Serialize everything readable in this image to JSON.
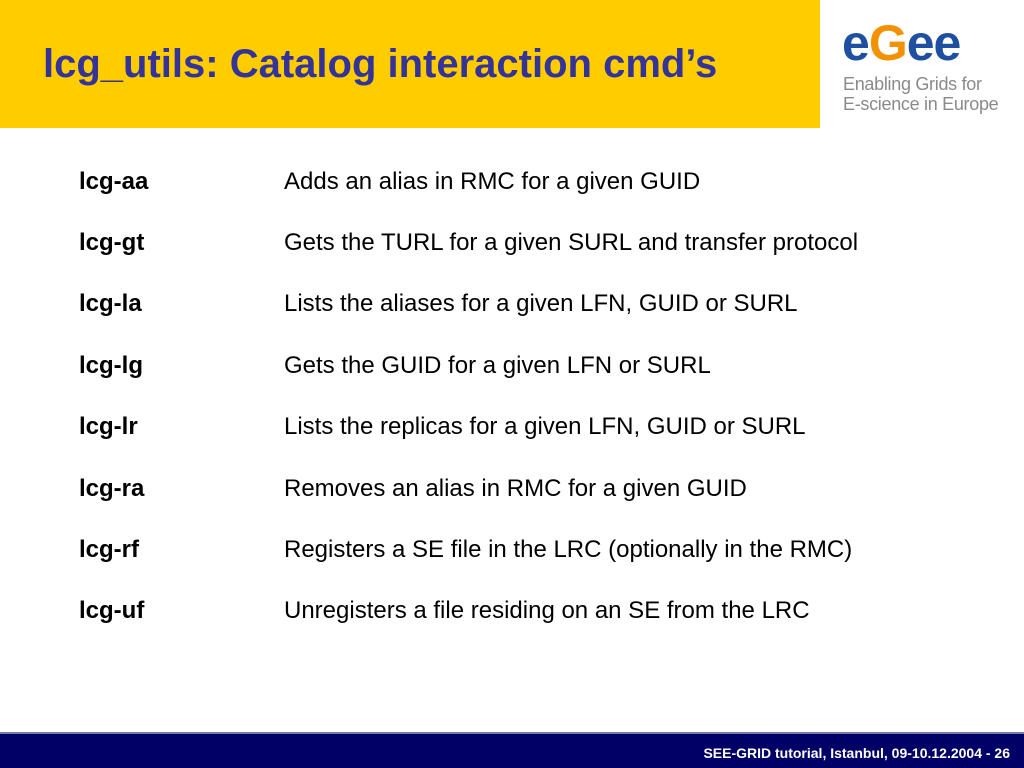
{
  "slide": {
    "title": "lcg_utils: Catalog interaction cmd’s"
  },
  "logo": {
    "word_parts": [
      "e",
      "G",
      "e",
      "e"
    ],
    "line1": "Enabling Grids for",
    "line2": "E-science in Europe",
    "colors": {
      "blue": "#1f4fa0",
      "orange": "#f39200",
      "gray": "#8a8a8a"
    }
  },
  "commands": [
    {
      "name": "lcg-aa",
      "description": "Adds an alias in RMC for a given GUID"
    },
    {
      "name": "lcg-gt",
      "description": "Gets the TURL for a given SURL and transfer protocol"
    },
    {
      "name": "lcg-la",
      "description": "Lists the aliases for a given LFN, GUID or SURL"
    },
    {
      "name": "lcg-lg",
      "description": "Gets the GUID for a given LFN or SURL"
    },
    {
      "name": "lcg-lr",
      "description": "Lists the replicas for a given LFN, GUID or SURL"
    },
    {
      "name": "lcg-ra",
      "description": "Removes an alias in RMC for a given GUID"
    },
    {
      "name": "lcg-rf",
      "description": "Registers a SE file in the LRC (optionally in the RMC)"
    },
    {
      "name": "lcg-uf",
      "description": "Unregisters a file residing on an SE from the LRC"
    }
  ],
  "footer": {
    "text": "SEE-GRID tutorial, Istanbul, 09-10.12.2004 - 26"
  },
  "colors": {
    "header_bg": "#ffcc00",
    "title": "#333399",
    "footer_bg": "#000066"
  }
}
